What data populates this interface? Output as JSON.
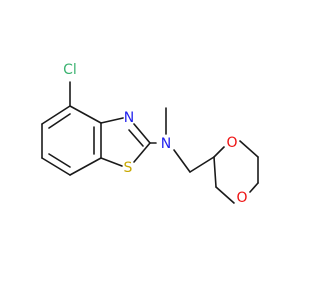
{
  "molecule": {
    "atoms": {
      "cl": {
        "symbol": "Cl",
        "color": "#3cb371"
      },
      "n_thiazole": {
        "symbol": "N",
        "color": "#2222ee"
      },
      "s": {
        "symbol": "S",
        "color": "#c8a800"
      },
      "n_amine": {
        "symbol": "N",
        "color": "#2222ee"
      },
      "o1": {
        "symbol": "O",
        "color": "#ee1111"
      },
      "o2": {
        "symbol": "O",
        "color": "#ee1111"
      }
    },
    "bond_color": "#1a1a1a",
    "background": "#ffffff"
  }
}
